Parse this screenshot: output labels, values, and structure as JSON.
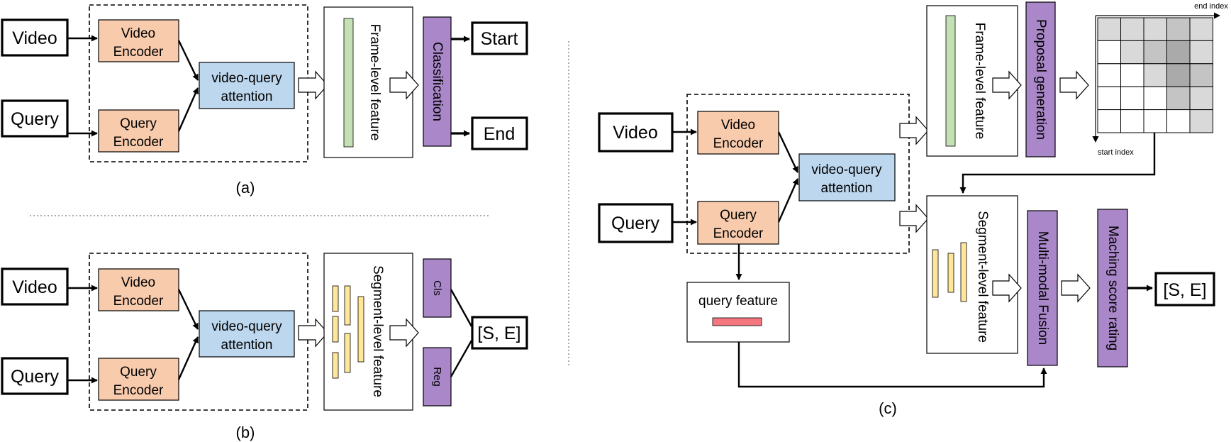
{
  "colors": {
    "encoder": "#F8CBAD",
    "attention": "#BDD7EE",
    "purple": "#A987C9",
    "green_bar": "#C5E0B4",
    "yellow_bar": "#FFE699",
    "red_bar": "#F4777F",
    "grid_light": "#D9D9D9",
    "grid_mid": "#C4C4C4",
    "grid_dark": "#AAAAAA",
    "separator": "#AAAAAA"
  },
  "panel_a": {
    "video": "Video",
    "query": "Query",
    "video_encoder": [
      "Video",
      "Encoder"
    ],
    "query_encoder": [
      "Query",
      "Encoder"
    ],
    "attention": [
      "video-query",
      "attention"
    ],
    "feature": "Frame-level feature",
    "classifier": "Classification",
    "start": "Start",
    "end": "End",
    "caption": "(a)"
  },
  "panel_b": {
    "video": "Video",
    "query": "Query",
    "video_encoder": [
      "Video",
      "Encoder"
    ],
    "query_encoder": [
      "Query",
      "Encoder"
    ],
    "attention": [
      "video-query",
      "attention"
    ],
    "feature": "Segment-level feature",
    "cls": "Cls",
    "reg": "Reg",
    "output": "[S, E]",
    "caption": "(b)"
  },
  "panel_c": {
    "video": "Video",
    "query": "Query",
    "video_encoder": [
      "Video",
      "Encoder"
    ],
    "query_encoder": [
      "Query",
      "Encoder"
    ],
    "attention": [
      "video-query",
      "attention"
    ],
    "frame_feature": "Frame-level feature",
    "proposal": "Proposal generation",
    "end_index": "end index",
    "start_index": "start index",
    "segment_feature": "Segment-level feature",
    "query_feature": "query feature",
    "fusion": "Multi-modal Fusion",
    "scoring": "Maching score rating",
    "output": "[S, E]",
    "caption": "(c)"
  }
}
